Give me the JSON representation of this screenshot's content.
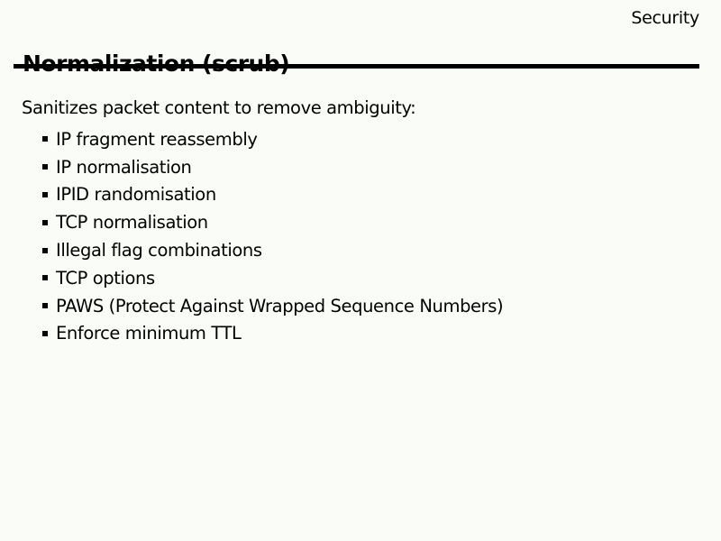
{
  "slide": {
    "corner_label": "Security",
    "title": "Normalization (scrub)",
    "intro": "Sanitizes packet content to remove ambiguity:",
    "bullets": [
      "IP fragment reassembly",
      "IP normalisation",
      "IPID randomisation",
      "TCP normalisation",
      "Illegal flag combinations",
      "TCP options",
      "PAWS (Protect Against Wrapped Sequence Numbers)",
      "Enforce minimum TTL"
    ],
    "colors": {
      "background": "#fafdf7",
      "text": "#000000",
      "rule": "#000000"
    }
  }
}
